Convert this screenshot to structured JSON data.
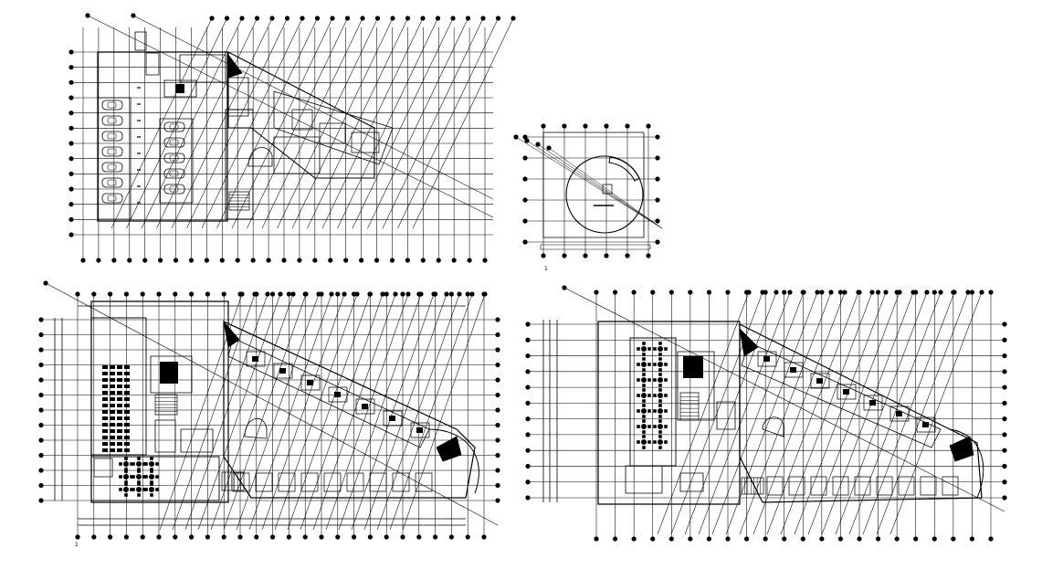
{
  "drawing": {
    "line_color": "#000000",
    "background_color": "#ffffff",
    "plans": [
      {
        "id": "parking-level-plan",
        "features": [
          "parking-bays",
          "cars",
          "ramp",
          "stairs",
          "angled-wing"
        ]
      },
      {
        "id": "circular-site-plan",
        "features": [
          "circular-outline",
          "grid"
        ]
      },
      {
        "id": "left-floor-plan",
        "features": [
          "seating-hall",
          "stairs",
          "rooms",
          "angled-wing",
          "tables"
        ]
      },
      {
        "id": "right-floor-plan",
        "features": [
          "table-sets",
          "stairs",
          "rooms",
          "angled-wing"
        ]
      }
    ],
    "small_labels": [
      "1",
      "1"
    ]
  }
}
